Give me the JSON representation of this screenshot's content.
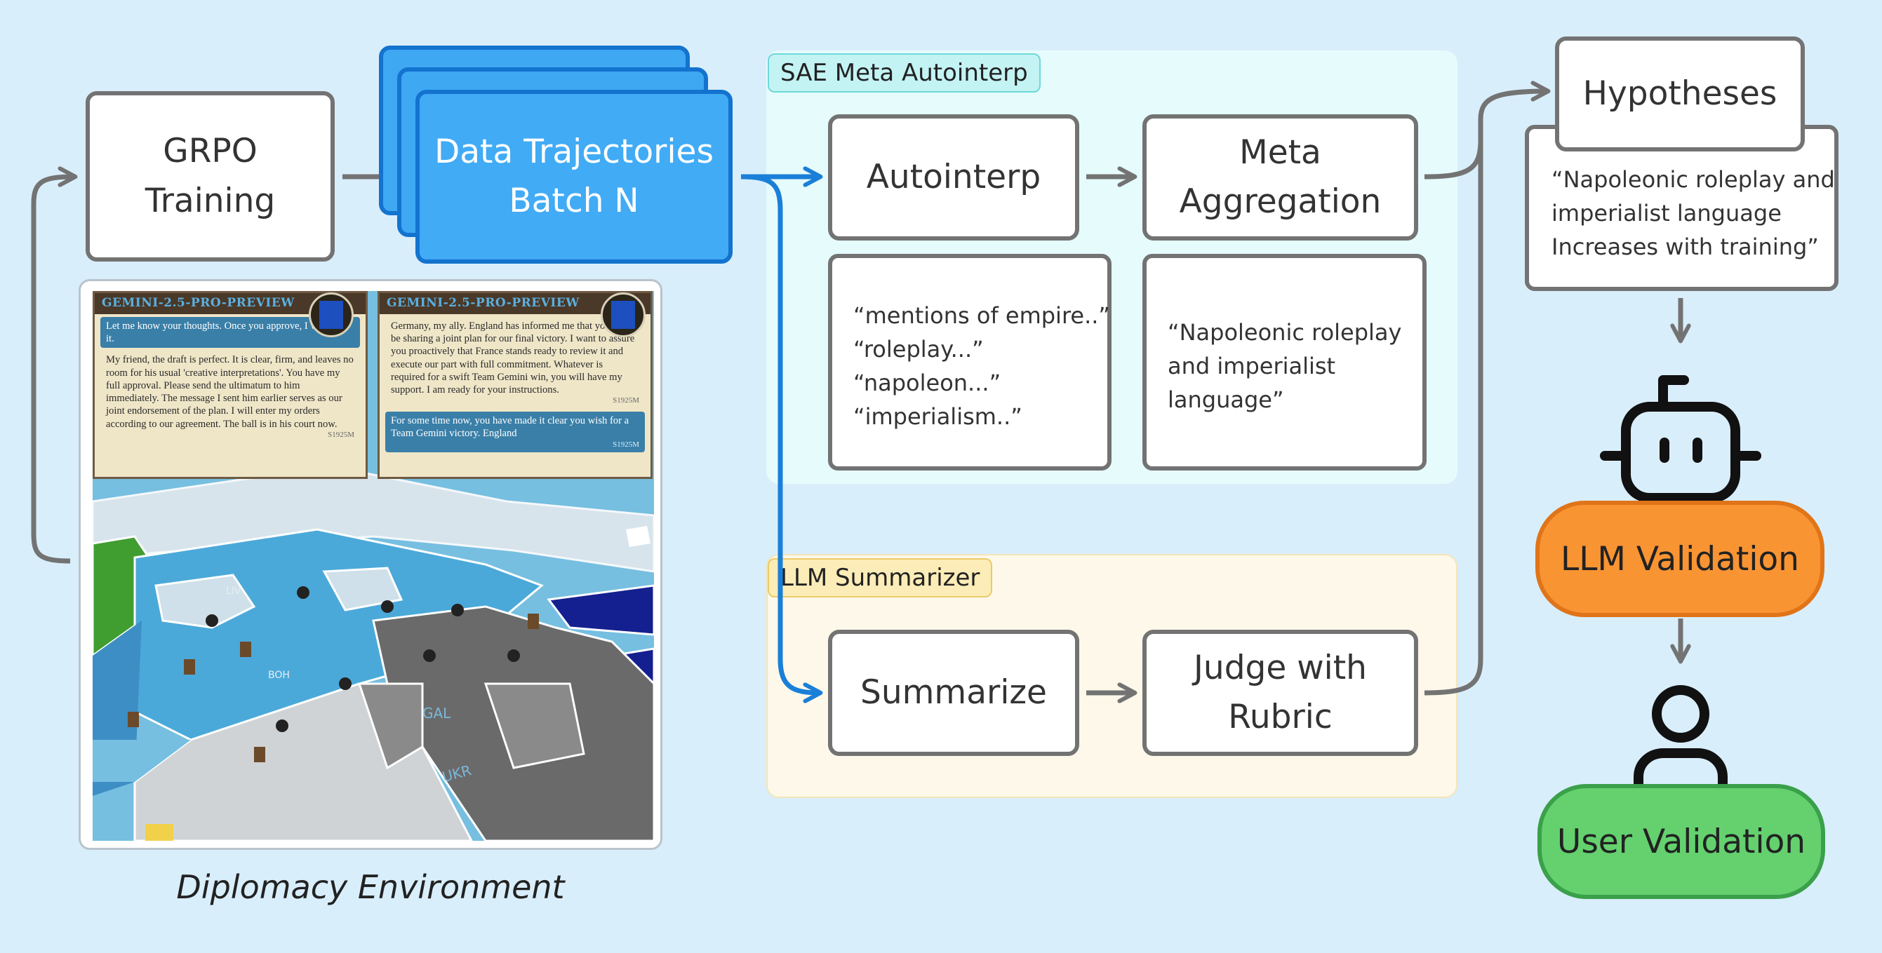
{
  "nodes": {
    "grpo": "GRPO\nTraining",
    "data": "Data Trajectories\nBatch N",
    "autointerp": "Autointerp",
    "meta": "Meta\nAggregation",
    "summarize": "Summarize",
    "judge": "Judge with\nRubric",
    "hypotheses": "Hypotheses",
    "llm_validation": "LLM Validation",
    "user_validation": "User Validation"
  },
  "regions": {
    "sae_label": "SAE Meta Autointerp",
    "llm_label": "LLM Summarizer"
  },
  "quotes": {
    "autointerp_lines": [
      "“mentions of empire..”",
      "“roleplay...”",
      "“napoleon...”",
      "“imperialism..”"
    ],
    "meta_lines": [
      "“Napoleonic roleplay",
      "and imperialist",
      "language”"
    ],
    "hypothesis_lines": [
      "“Napoleonic roleplay and",
      "imperialist language",
      "Increases with training”"
    ]
  },
  "environment": {
    "caption": "Diplomacy Environment",
    "panel_left": {
      "header": "GEMINI-2.5-PRO-PREVIEW",
      "msg1": "Let me know your thoughts. Once you approve, I will send it.",
      "msg2": "My friend, the draft is perfect. It is clear, firm, and leaves no room for his usual 'creative interpretations'. You have my full approval. Please send the ultimatum to him immediately. The message I sent him earlier serves as our joint endorsement of the plan. I will enter my orders according to our agreement. The ball is in his court now.",
      "ts2": "S1925M"
    },
    "panel_right": {
      "header": "GEMINI-2.5-PRO-PREVIEW",
      "msg1": "Germany, my ally. England has informed me that you will be sharing a joint plan for our final victory. I want to assure you proactively that France stands ready to review it and execute our part with full commitment. Whatever is required for a swift Team Gemini win, you will have my support. I am ready for your instructions.",
      "ts1": "S1925M",
      "msg2": "For some time now, you have made it clear you wish for a Team Gemini victory. England",
      "ts2": "S1925M"
    },
    "map_labels": [
      "GAL",
      "UKR",
      "LIV",
      "BOH"
    ]
  },
  "colors": {
    "background": "#d9eefb",
    "data_blue": "#41abf5",
    "arrow_blue": "#1a7fd8",
    "arrow_gray": "#737373",
    "llm_orange": "#f99433",
    "user_green": "#64d16e"
  },
  "icons": [
    "robot-icon",
    "person-icon"
  ]
}
